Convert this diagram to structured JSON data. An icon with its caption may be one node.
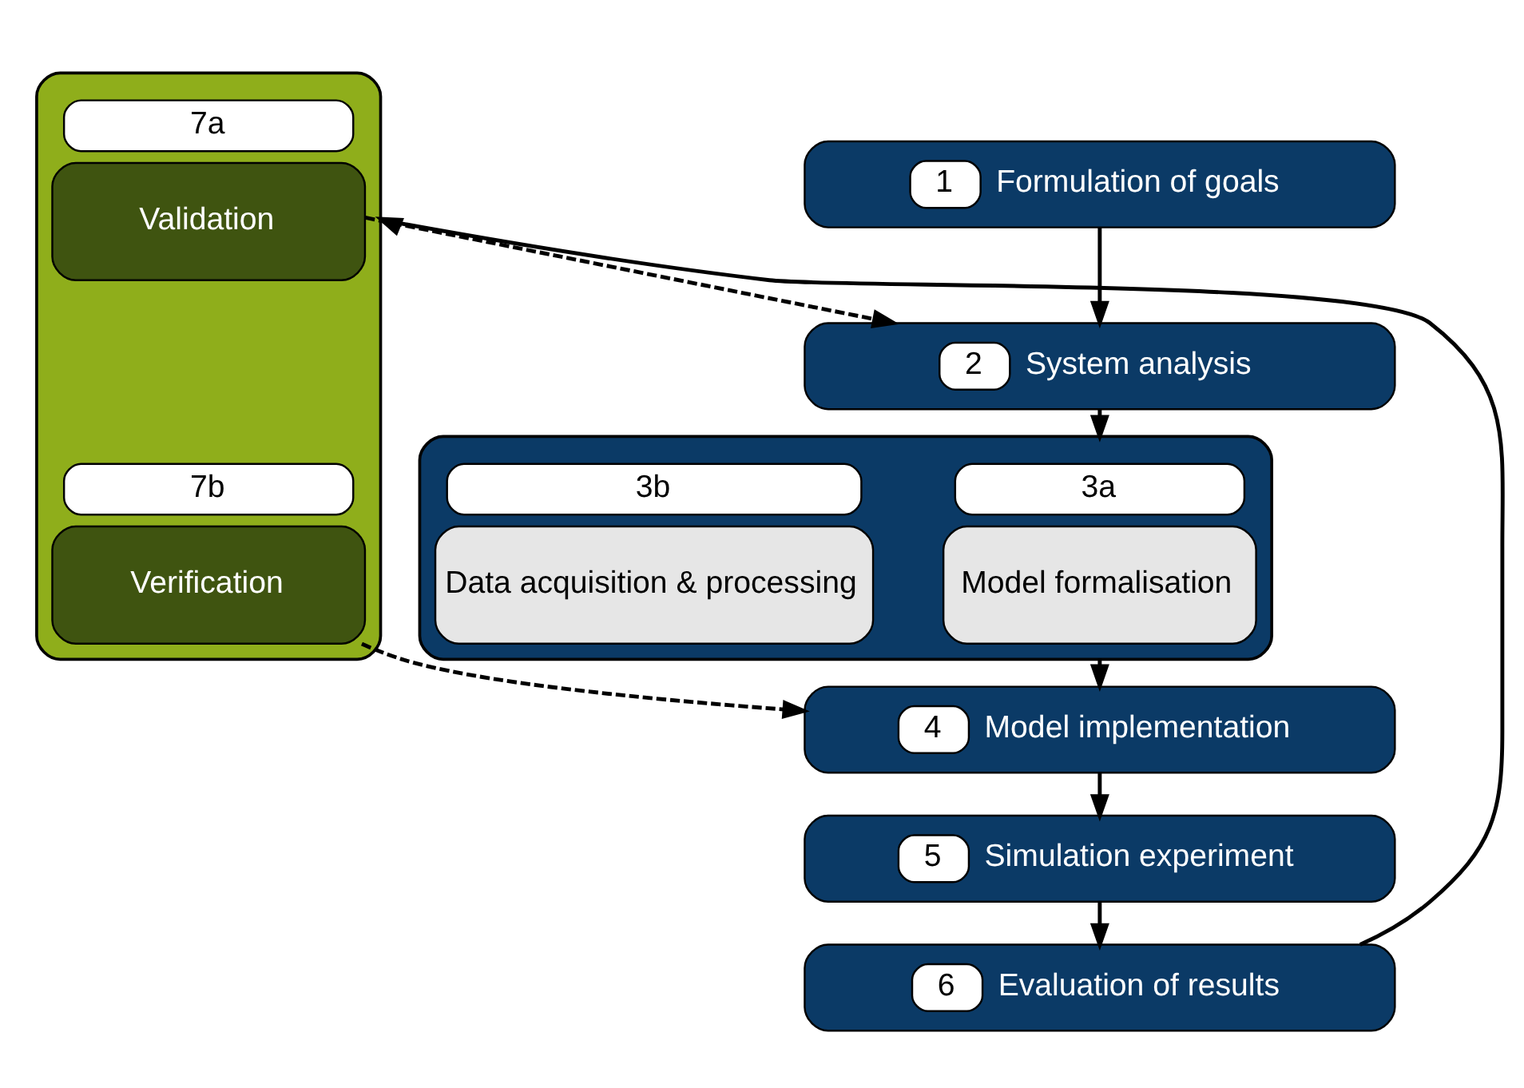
{
  "diagram": {
    "nodes": [
      {
        "text": [
          "1",
          "Formulation of goals"
        ]
      },
      {
        "text": [
          "2",
          "System analysis"
        ]
      },
      {
        "text": [],
        "shape": "box"
      },
      {
        "text": [
          "3a",
          "Model formalisation"
        ],
        "in": 2
      },
      {
        "text": [
          "3b",
          "Data acquisition & processing"
        ],
        "in": 2
      },
      {
        "text": [
          "4",
          "Model implementation"
        ]
      },
      {
        "text": [
          "5",
          "Simulation experiment"
        ]
      },
      {
        "text": [
          "6",
          "Evaluation of results"
        ]
      },
      {
        "text": [],
        "shape": "box"
      },
      {
        "text": [
          "7a",
          "Validation"
        ],
        "in": 8
      },
      {
        "text": [
          "7b",
          "Verification"
        ],
        "in": 8
      }
    ],
    "edges": [
      {
        "from": 0,
        "to": 1,
        "arrow": "to"
      },
      {
        "from": 1,
        "to": 2,
        "arrow": "to"
      },
      {
        "from": 2,
        "to": 5,
        "arrow": "to"
      },
      {
        "from": 5,
        "to": 6,
        "arrow": "to"
      },
      {
        "from": 6,
        "to": 7,
        "arrow": "to"
      },
      {
        "from": 9,
        "to": 1,
        "arrow": "to",
        "style": "dashed"
      },
      {
        "from": 10,
        "to": 5,
        "arrow": "to",
        "style": "dashed"
      },
      {
        "from": 7,
        "to": 8,
        "arrow": "to"
      }
    ]
  }
}
